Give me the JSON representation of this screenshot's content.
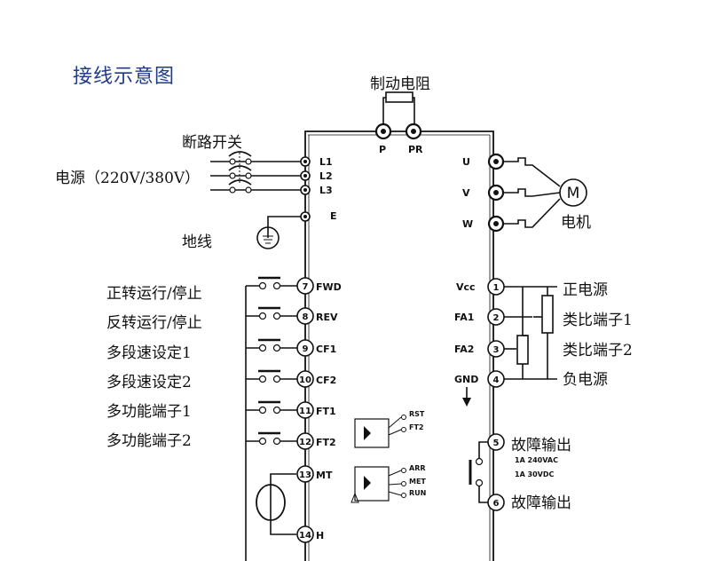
{
  "title": "接线示意图",
  "labels": {
    "brake_resistor": "制动电阻",
    "breaker": "断路开关",
    "power_source": "电源（220V/380V）",
    "ground": "地线",
    "motor": "电机",
    "motor_symbol": "M"
  },
  "terminals_power": [
    "L1",
    "L2",
    "L3",
    "E"
  ],
  "terminals_brake": [
    "P",
    "PR"
  ],
  "terminals_motor": [
    "U",
    "V",
    "W"
  ],
  "control_inputs": [
    {
      "num": "7",
      "code": "FWD",
      "label": "正转运行/停止"
    },
    {
      "num": "8",
      "code": "REV",
      "label": "反转运行/停止"
    },
    {
      "num": "9",
      "code": "CF1",
      "label": "多段速设定1"
    },
    {
      "num": "10",
      "code": "CF2",
      "label": "多段速设定2"
    },
    {
      "num": "11",
      "code": "FT1",
      "label": "多功能端子1"
    },
    {
      "num": "12",
      "code": "FT2",
      "label": "多功能端子2"
    }
  ],
  "common_terminals": [
    {
      "num": "13",
      "code": "MT"
    },
    {
      "num": "14",
      "code": "H"
    }
  ],
  "analog_terminals": [
    {
      "num": "1",
      "code": "Vcc",
      "label": "正电源"
    },
    {
      "num": "2",
      "code": "FA1",
      "label": "类比端子1"
    },
    {
      "num": "3",
      "code": "FA2",
      "label": "类比端子2"
    },
    {
      "num": "4",
      "code": "GND",
      "label": "负电源"
    }
  ],
  "fault_terminals": [
    {
      "num": "5",
      "label": "故障输出"
    },
    {
      "num": "6",
      "label": "故障输出"
    }
  ],
  "relay_rating": [
    "1A  240VAC",
    "1A  30VDC"
  ],
  "optocoupler1_outputs": [
    "RST",
    "FT2"
  ],
  "optocoupler2_outputs": [
    "ARR",
    "MET",
    "RUN"
  ]
}
